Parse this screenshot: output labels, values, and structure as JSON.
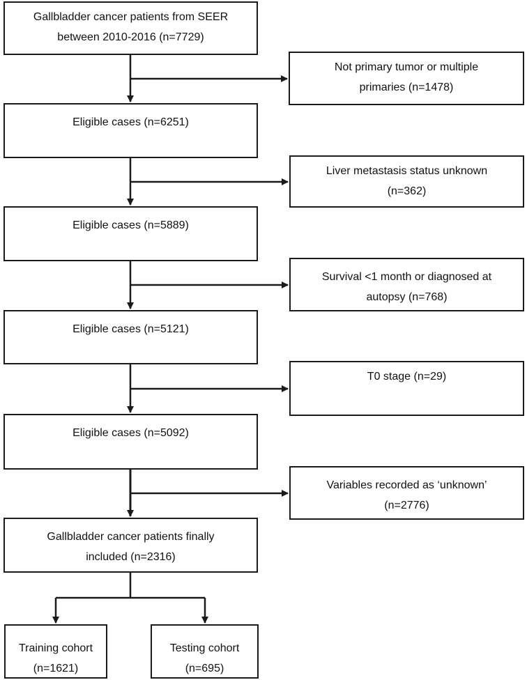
{
  "boxes": {
    "start": [
      "Gallbladder cancer patients from SEER",
      "between 2010-2016 (n=7729)"
    ],
    "excl1": [
      "Not primary tumor or multiple",
      "primaries (n=1478)"
    ],
    "elig1": [
      "Eligible cases (n=6251)"
    ],
    "excl2": [
      "Liver metastasis status unknown",
      "(n=362)"
    ],
    "elig2": [
      "Eligible cases (n=5889)"
    ],
    "excl3": [
      "Survival <1 month or diagnosed at",
      "autopsy (n=768)"
    ],
    "elig3": [
      "Eligible cases (n=5121)"
    ],
    "excl4": [
      "T0 stage (n=29)"
    ],
    "elig4": [
      "Eligible cases (n=5092)"
    ],
    "excl5": [
      "Variables recorded as ‘unknown’",
      "(n=2776)"
    ],
    "final": [
      "Gallbladder cancer patients finally",
      "included (n=2316)"
    ],
    "train": [
      "Training cohort",
      "(n=1621)"
    ],
    "test": [
      "Testing cohort",
      "(n=695)"
    ]
  }
}
